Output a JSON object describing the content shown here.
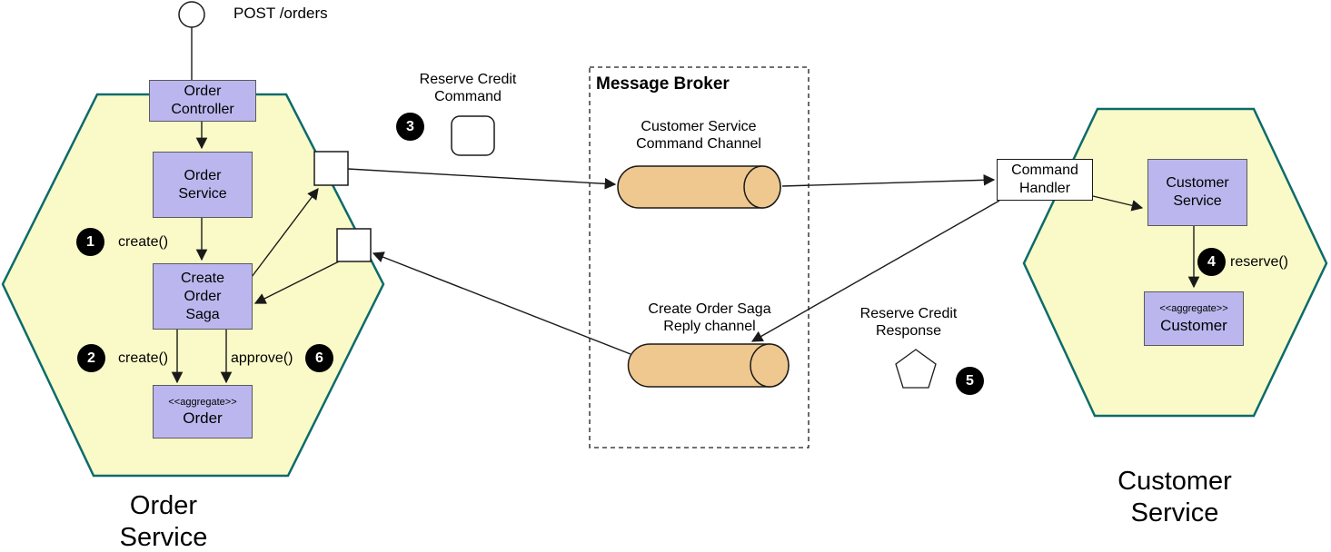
{
  "colors": {
    "hexagon_fill": "#FAFAC8",
    "hexagon_border": "#0C6B6B",
    "component_fill": "#BBB7EE",
    "channel_fill": "#EFC88F",
    "badge_bg": "#000000",
    "badge_text": "#FFFFFF",
    "line": "#1a1a1a"
  },
  "entry": {
    "label": "POST /orders",
    "icon": "initial-node-circle"
  },
  "order_hexagon": {
    "label": "Order\nService",
    "controller": "Order\nController",
    "service": "Order\nService",
    "saga": "Create\nOrder\nSaga",
    "aggregate": {
      "stereotype": "<<aggregate>>",
      "name": "Order"
    }
  },
  "broker": {
    "title": "Message Broker",
    "command_channel_label": "Customer Service\nCommand Channel",
    "reply_channel_label": "Create Order Saga\nReply channel"
  },
  "customer_hexagon": {
    "label": "Customer\nService",
    "command_handler": "Command\nHandler",
    "service": "Customer\nService",
    "aggregate": {
      "stereotype": "<<aggregate>>",
      "name": "Customer"
    }
  },
  "steps": {
    "s1": {
      "num": "1",
      "label": "create()"
    },
    "s2": {
      "num": "2",
      "label": "create()"
    },
    "s3": {
      "num": "3",
      "label": "Reserve Credit\nCommand",
      "icon": "command-message-rounded-square"
    },
    "s4": {
      "num": "4",
      "label": "reserve()"
    },
    "s5": {
      "num": "5",
      "label": "Reserve Credit\nResponse",
      "icon": "response-message-pentagon"
    },
    "s6": {
      "num": "6",
      "label": "approve()"
    }
  }
}
